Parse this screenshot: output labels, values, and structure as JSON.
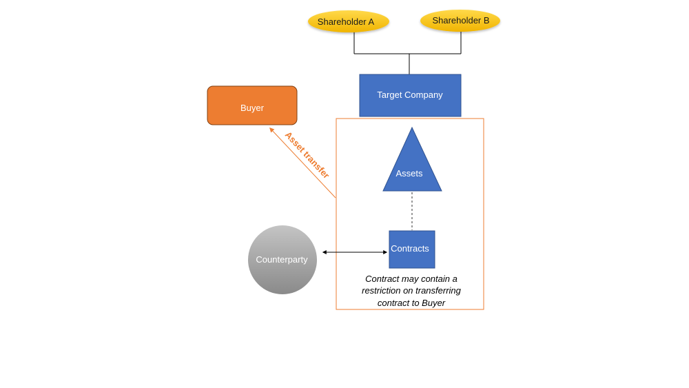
{
  "nodes": {
    "shareholder_a": {
      "label": "Shareholder A",
      "shape": "ellipse",
      "color": "#ffc000"
    },
    "shareholder_b": {
      "label": "Shareholder B",
      "shape": "ellipse",
      "color": "#ffc000"
    },
    "target_company": {
      "label": "Target Company",
      "shape": "rectangle",
      "color": "#4472c4"
    },
    "buyer": {
      "label": "Buyer",
      "shape": "rounded-rectangle",
      "color": "#ed7d31"
    },
    "assets": {
      "label": "Assets",
      "shape": "triangle",
      "color": "#4472c4"
    },
    "contracts": {
      "label": "Contracts",
      "shape": "rectangle",
      "color": "#4472c4"
    },
    "counterparty": {
      "label": "Counterparty",
      "shape": "circle",
      "color": "#a6a6a6"
    }
  },
  "edges": {
    "asset_transfer": {
      "label": "Asset transfer",
      "from": "target_company",
      "to": "buyer",
      "color": "#ed7d31"
    },
    "contracts_to_assets": {
      "from": "contracts",
      "to": "assets",
      "style": "dashed"
    },
    "counterparty_contracts": {
      "from": "counterparty",
      "to": "contracts",
      "style": "double-arrow"
    }
  },
  "note": {
    "lines": [
      "Contract may contain a",
      "restriction on transferring",
      "contract to Buyer"
    ]
  },
  "colors": {
    "accent": "#ed7d31",
    "blue": "#4472c4",
    "yellow": "#ffc000",
    "gray": "#a6a6a6"
  }
}
